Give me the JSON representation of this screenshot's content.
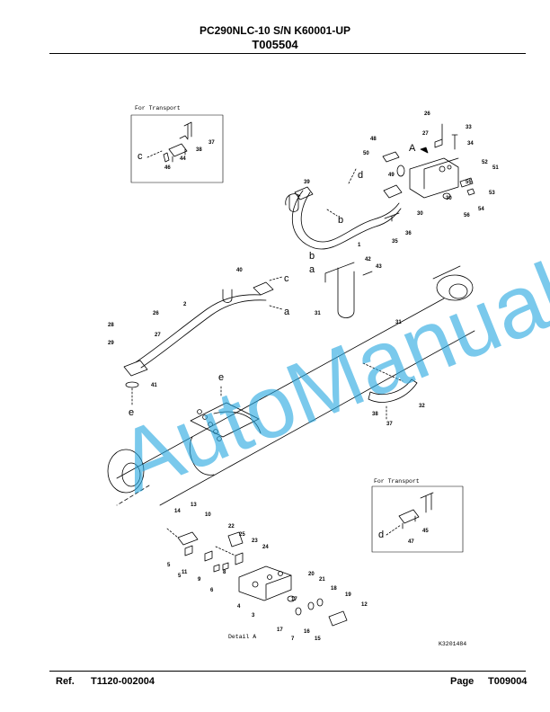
{
  "header": {
    "model": "PC290NLC-10 S/N K60001-UP",
    "assembly_code": "T005504"
  },
  "diagram": {
    "transport_label_top": "For Transport",
    "transport_label_bottom": "For Transport",
    "detail_caption": "Detail A",
    "image_code": "K3201484",
    "view_letter": "A",
    "connector_letters": [
      "a",
      "b",
      "c",
      "d",
      "e"
    ],
    "callout_numbers": [
      "1",
      "2",
      "3",
      "4",
      "5",
      "6",
      "7",
      "8",
      "9",
      "10",
      "11",
      "12",
      "13",
      "14",
      "15",
      "16",
      "17",
      "18",
      "19",
      "20",
      "21",
      "22",
      "23",
      "24",
      "25",
      "26",
      "27",
      "28",
      "29",
      "30",
      "31",
      "32",
      "33",
      "34",
      "35",
      "36",
      "37",
      "38",
      "39",
      "40",
      "41",
      "42",
      "43",
      "44",
      "45",
      "46",
      "47",
      "48",
      "49",
      "50",
      "51",
      "52",
      "53",
      "54",
      "55",
      "56"
    ]
  },
  "watermark": {
    "text": "AutoManual",
    "color": "#29a8e0"
  },
  "footer": {
    "ref_label": "Ref.",
    "ref_value": "T1120-002004",
    "page_label": "Page",
    "page_value": "T009004"
  }
}
